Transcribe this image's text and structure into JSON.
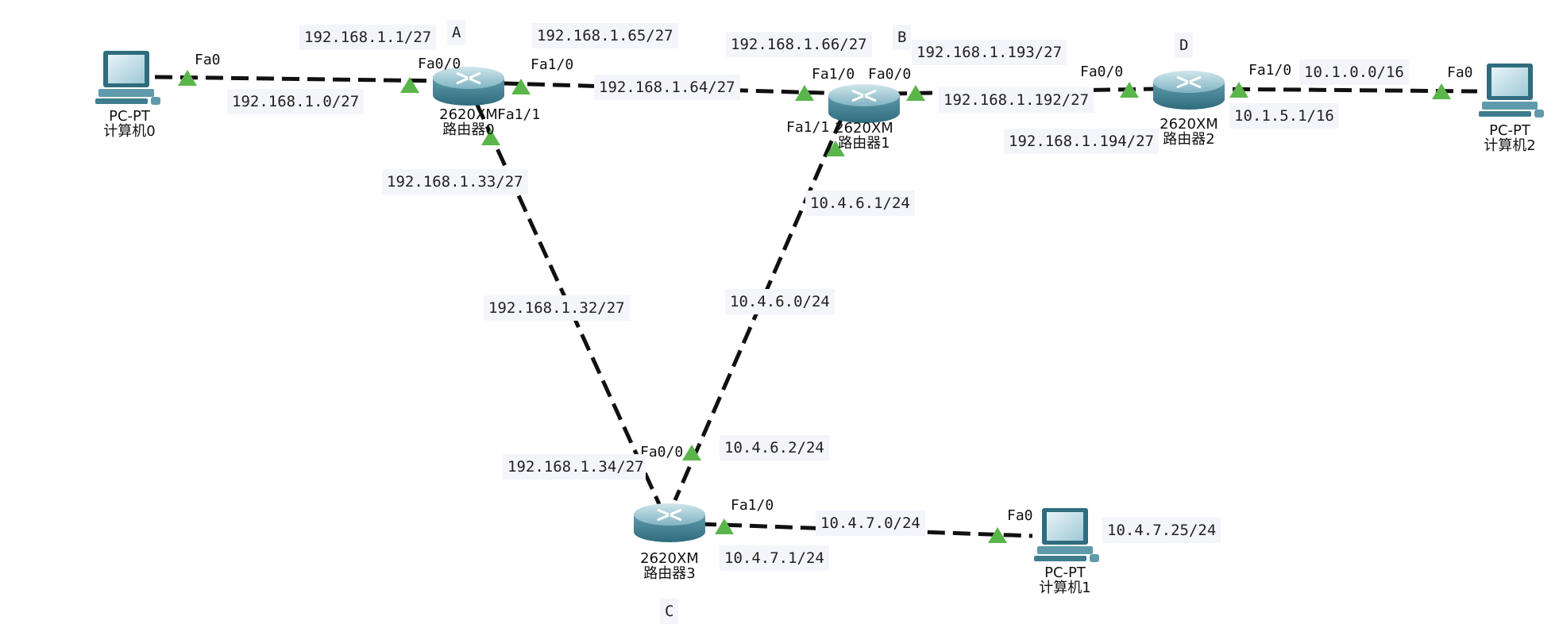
{
  "devices": {
    "pc0": {
      "model": "PC-PT",
      "name": "计算机0",
      "icon": "pc-icon"
    },
    "pc1": {
      "model": "PC-PT",
      "name": "计算机1",
      "icon": "pc-icon"
    },
    "pc2": {
      "model": "PC-PT",
      "name": "计算机2",
      "icon": "pc-icon"
    },
    "r0": {
      "model": "2620XM",
      "name": "路由器0",
      "icon": "router-icon"
    },
    "r1": {
      "model": "2620XM",
      "name": "路由器1",
      "icon": "router-icon"
    },
    "r2": {
      "model": "2620XM",
      "name": "路由器2",
      "icon": "router-icon"
    },
    "r3": {
      "model": "2620XM",
      "name": "路由器3",
      "icon": "router-icon"
    }
  },
  "ports": {
    "pc0_fa0": "Fa0",
    "r0_fa00": "Fa0/0",
    "r0_fa10": "Fa1/0",
    "r0_fa11": "Fa1/1",
    "r1_fa10": "Fa1/0",
    "r1_fa00": "Fa0/0",
    "r1_fa11": "Fa1/1",
    "r2_fa00": "Fa0/0",
    "r2_fa10": "Fa1/0",
    "pc2_fa0": "Fa0",
    "r3_fa00": "Fa0/0",
    "r3_fa10": "Fa1/0",
    "pc1_fa0": "Fa0"
  },
  "site_letters": {
    "a": "A",
    "b": "B",
    "c": "C",
    "d": "D"
  },
  "notes": {
    "r0_fa00_ip": "192.168.1.1/27",
    "r0_fa10_ip": "192.168.1.65/27",
    "r1_fa10_ip": "192.168.1.66/27",
    "r1_fa00_ip": "192.168.1.193/27",
    "net_r0_pc0": "192.168.1.0/27",
    "net_r0_r1": "192.168.1.64/27",
    "net_r1_r2": "192.168.1.192/27",
    "r2_fa00_ip": "192.168.1.194/27",
    "net_r2_pc2": "10.1.0.0/16",
    "r2_fa10_ip": "10.1.5.1/16",
    "r0_fa11_ip": "192.168.1.33/27",
    "r1_fa11_ip": "10.4.6.1/24",
    "net_r0_r3": "192.168.1.32/27",
    "net_r1_r3": "10.4.6.0/24",
    "r3_fa00_ip": "192.168.1.34/27",
    "r3_fa10_ip_b": "10.4.6.2/24",
    "net_r3_pc1": "10.4.7.0/24",
    "r3_fa10_ip": "10.4.7.1/24",
    "pc1_ip": "10.4.7.25/24"
  },
  "colors": {
    "link": "#111111",
    "port_marker": "#5ab54a",
    "note_bg": "#f4f4fb"
  }
}
